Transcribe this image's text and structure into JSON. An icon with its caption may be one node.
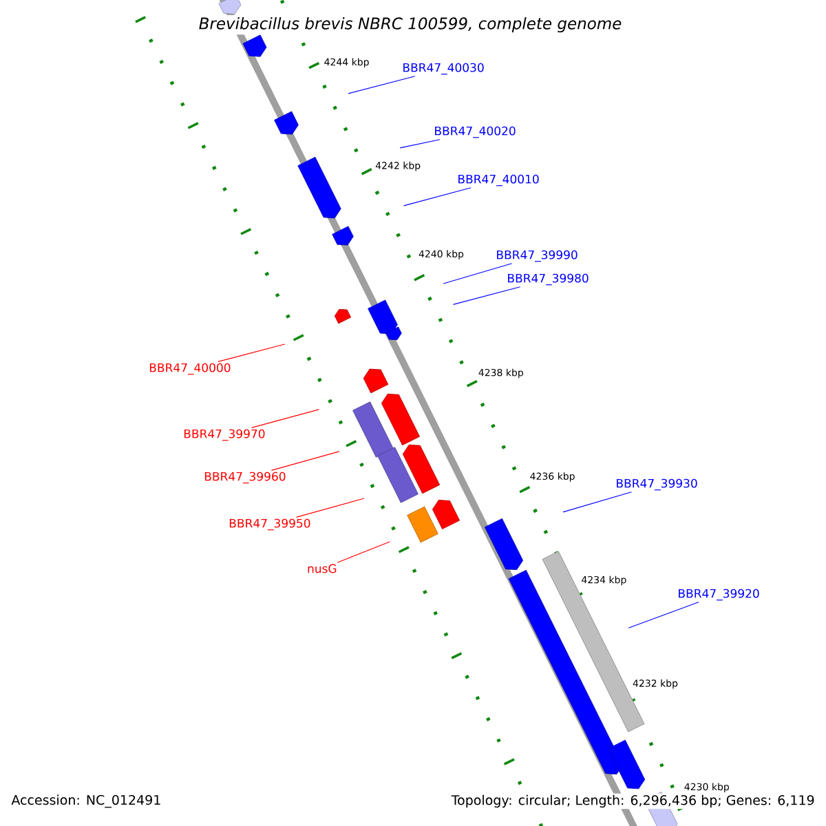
{
  "diagram": {
    "title": "Brevibacillus brevis NBRC 100599, complete genome",
    "nodes": [
      {
        "text": [
          "BBR47_40030"
        ]
      },
      {
        "text": [
          "BBR47_40020"
        ]
      },
      {
        "text": [
          "BBR47_40010"
        ]
      },
      {
        "text": [
          "BBR47_39990"
        ]
      },
      {
        "text": [
          "BBR47_39980"
        ]
      },
      {
        "text": [
          "BBR47_40000"
        ]
      },
      {
        "text": [
          "BBR47_39970"
        ]
      },
      {
        "text": [
          "BBR47_39960"
        ]
      },
      {
        "text": [
          "BBR47_39950"
        ]
      },
      {
        "text": [
          "nusG"
        ]
      },
      {
        "text": [
          "BBR47_39930"
        ]
      },
      {
        "text": [
          "BBR47_39920"
        ]
      },
      {
        "text": [],
        "shape": "arrow"
      },
      {
        "text": [],
        "shape": "arrow"
      },
      {
        "text": [],
        "shape": "arrow"
      },
      {
        "text": [],
        "shape": "arrow"
      },
      {
        "text": [],
        "shape": "arrow"
      },
      {
        "text": [],
        "shape": "arrow"
      },
      {
        "text": [],
        "shape": "arrow"
      },
      {
        "text": [],
        "shape": "arrow"
      },
      {
        "text": [],
        "shape": "arrow"
      },
      {
        "text": [],
        "shape": "box"
      },
      {
        "text": [],
        "shape": "arrow"
      },
      {
        "text": [],
        "shape": "box"
      },
      {
        "text": [],
        "shape": "arrow"
      },
      {
        "text": [],
        "shape": "box"
      },
      {
        "text": [],
        "shape": "arrow"
      },
      {
        "text": [],
        "shape": "arrow"
      },
      {
        "text": [],
        "shape": "box"
      },
      {
        "text": [],
        "shape": "arrow"
      },
      {
        "text": [],
        "shape": "arrow"
      },
      {
        "text": [],
        "shape": "arrow"
      }
    ],
    "edges": [
      {
        "from": 0,
        "to": null,
        "arrow": "none"
      },
      {
        "from": 1,
        "to": null,
        "arrow": "none"
      },
      {
        "from": 2,
        "to": null,
        "arrow": "none"
      },
      {
        "from": 3,
        "to": null,
        "arrow": "none"
      },
      {
        "from": 4,
        "to": null,
        "arrow": "none"
      },
      {
        "from": 5,
        "to": null,
        "arrow": "none",
        "color": "#ff0000"
      },
      {
        "from": 6,
        "to": null,
        "arrow": "none",
        "color": "#ff0000"
      },
      {
        "from": 7,
        "to": null,
        "arrow": "none",
        "color": "#ff0000"
      },
      {
        "from": 8,
        "to": null,
        "arrow": "none",
        "color": "#ff0000"
      },
      {
        "from": 9,
        "to": null,
        "arrow": "none",
        "color": "#ff0000"
      },
      {
        "from": 10,
        "to": null,
        "arrow": "none"
      },
      {
        "from": 11,
        "to": null,
        "arrow": "none"
      }
    ],
    "labels": [
      "4244 kbp",
      "4242 kbp",
      "4240 kbp",
      "4238 kbp",
      "4236 kbp",
      "4234 kbp",
      "4232 kbp",
      "4230 kbp",
      "Accession: NC_012491",
      "Topology: circular; Length: 6,296,436 bp; Genes: 6,119"
    ]
  }
}
